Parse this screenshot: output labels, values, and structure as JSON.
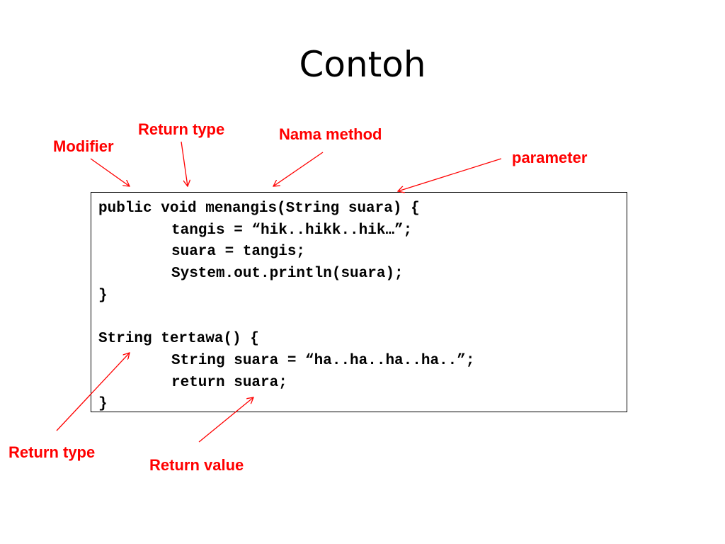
{
  "slide": {
    "title": "Contoh"
  },
  "labels": {
    "return_type_top": "Return type",
    "nama_method": "Nama method",
    "modifier": "Modifier",
    "parameter": "parameter",
    "return_type_bottom": "Return type",
    "return_value": "Return value"
  },
  "code": {
    "line1": "public void menangis(String suara) {",
    "line2": "tangis = “hik..hikk..hik…”;",
    "line3": "suara = tangis;",
    "line4": "System.out.println(suara);",
    "line5": "}",
    "line6": "",
    "line7": "String tertawa() {",
    "line8": "String suara = “ha..ha..ha..ha..”;",
    "line9": "return suara;",
    "line10": "}"
  },
  "colors": {
    "annotation": "#ff0000",
    "text": "#000000",
    "background": "#ffffff"
  }
}
